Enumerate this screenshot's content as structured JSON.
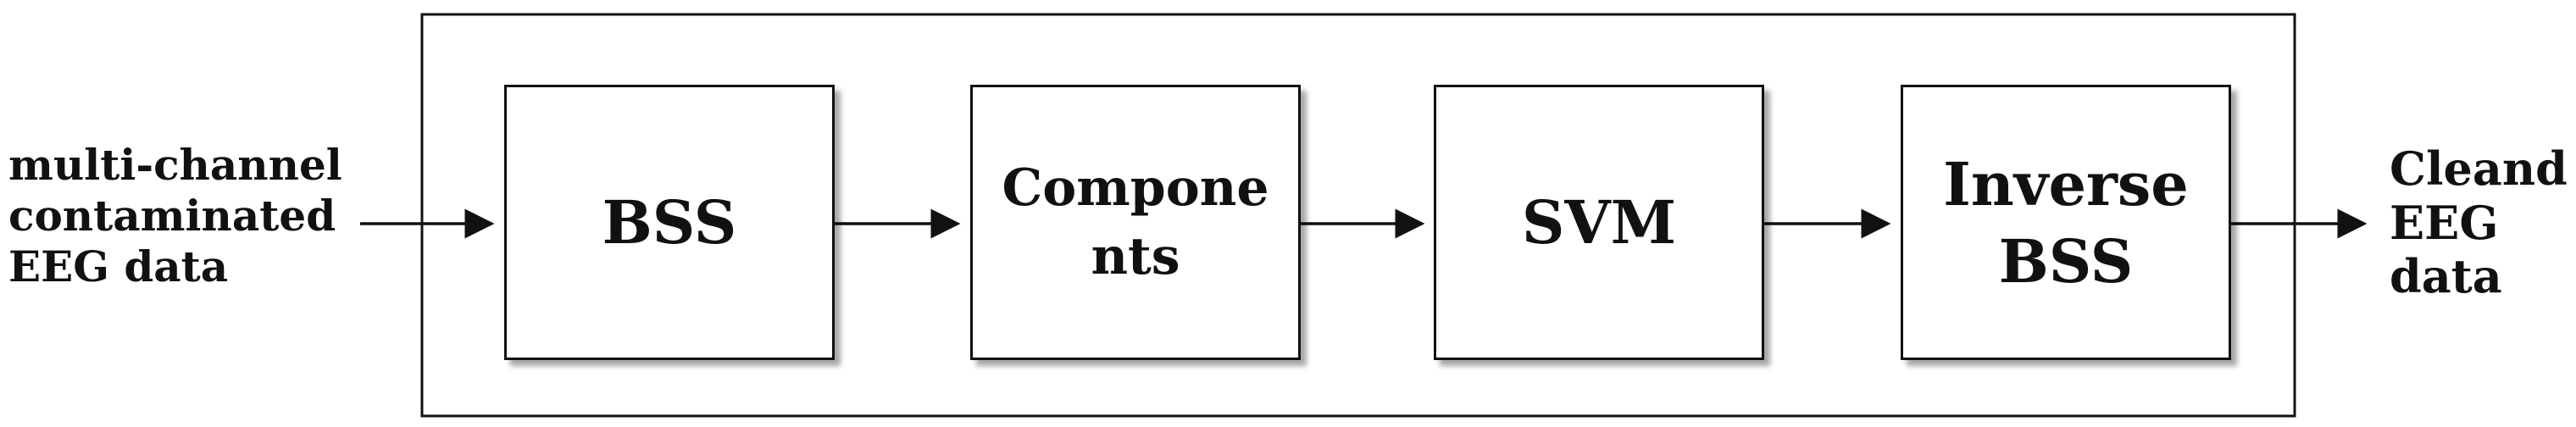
{
  "input": {
    "label": "multi-channel\ncontaminated\nEEG data"
  },
  "output": {
    "label": "Cleand\nEEG\ndata"
  },
  "blocks": [
    {
      "label": "BSS"
    },
    {
      "label": "Compone\nnts"
    },
    {
      "label": "SVM"
    },
    {
      "label": "Inverse\nBSS"
    }
  ],
  "colors": {
    "line": "#111111",
    "background": "#ffffff"
  }
}
